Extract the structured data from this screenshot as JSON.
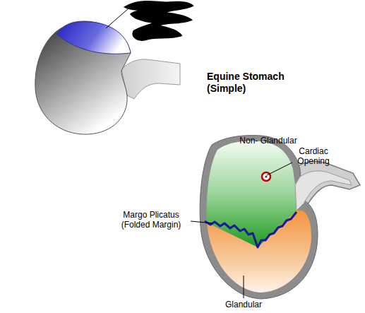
{
  "diagram": {
    "title": "Equine Stomach (Simple)",
    "labels": [
      "Non- Glandular",
      "Cardiac Opening",
      "Margo Plicatus (Folded Margin)",
      "Glandular"
    ]
  }
}
